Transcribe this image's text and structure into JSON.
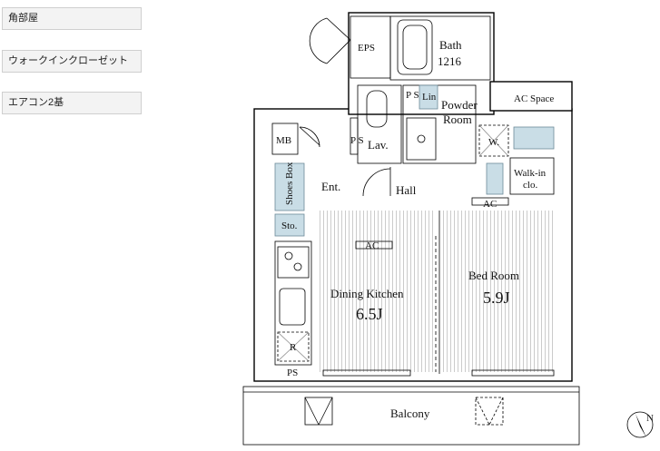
{
  "features": [
    "角部屋",
    "ウォークインクローゼット",
    "エアコン2基"
  ],
  "rooms": {
    "eps": "EPS",
    "bath_name": "Bath",
    "bath_size": "1216",
    "ps_top": "P S",
    "lin": "Lin",
    "powder": "Powder",
    "powder2": "Room",
    "ac_space": "AC Space",
    "mb": "MB",
    "ps_mid": "P S",
    "lav": "Lav.",
    "w": "W.",
    "walkin": "Walk-in",
    "walkin2": "clo.",
    "shoes": "Shoes Box",
    "ent": "Ent.",
    "hall": "Hall",
    "ac": "AC",
    "sto": "Sto.",
    "dining": "Dining Kitchen",
    "dining_size": "6.5J",
    "bed": "Bed Room",
    "bed_size": "5.9J",
    "r": "R",
    "ps_bottom": "PS",
    "balcony": "Balcony"
  },
  "compass": "N"
}
